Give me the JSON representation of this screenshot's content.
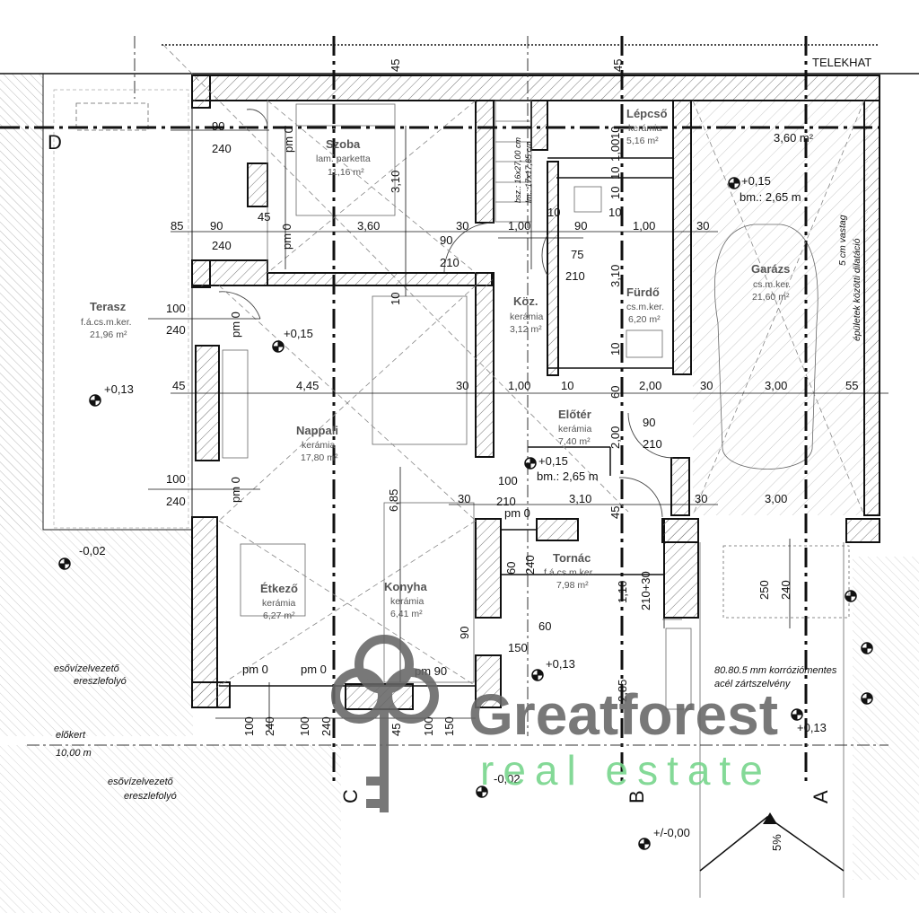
{
  "top_label": "TELEKHAT",
  "axes": [
    "D",
    "C",
    "B",
    "A"
  ],
  "rooms": {
    "szoba": {
      "name": "Szoba",
      "material": "lam. parketta",
      "area": "11,16 m²"
    },
    "lepcso": {
      "name": "Lépcső",
      "material": "kerámia",
      "area": "5,16 m²"
    },
    "garazs_top": {
      "area": "3,60 m²"
    },
    "garazs": {
      "name": "Garázs",
      "material": "cs.m.ker.",
      "area": "21,60 m²"
    },
    "furdo": {
      "name": "Fürdő",
      "material": "cs.m.ker.",
      "area": "6,20 m²"
    },
    "koz": {
      "name": "Köz.",
      "material": "kerámia",
      "area": "3,12 m²"
    },
    "terasz": {
      "name": "Terasz",
      "material": "f.á.cs.m.ker.",
      "area": "21,96 m²"
    },
    "nappali": {
      "name": "Nappali",
      "material": "kerámia",
      "area": "17,80 m²"
    },
    "eloter": {
      "name": "Előtér",
      "material": "kerámia",
      "area": "7,40 m²"
    },
    "etkezo": {
      "name": "Étkező",
      "material": "kerámia",
      "area": "6,27 m²"
    },
    "konyha": {
      "name": "Konyha",
      "material": "kerámia",
      "area": "6,41 m²"
    },
    "tornac": {
      "name": "Tornác",
      "material": "f.á.cs.m.ker.",
      "area": "7,98 m²"
    }
  },
  "levels": {
    "l1": "+0,15",
    "l2": "bm.: 2,65 m",
    "l3": "+0,15",
    "l4": "+0,13",
    "l5": "+0,15",
    "l6": "bm.: 2,65 m",
    "l7": "-0,02",
    "l8": "+0,13",
    "l9": "+0,13",
    "l10": "-0,02",
    "l11": "+/-0,00"
  },
  "notes": {
    "dilatation_1": "5 cm vastag",
    "dilatation_2": "épületek közötti dilatáció",
    "gutter_1a": "esővízelvezető",
    "gutter_1b": "ereszlefolyó",
    "gutter_2a": "esővízelvezető",
    "gutter_2b": "ereszlefolyó",
    "frontyard_1": "előkert",
    "frontyard_2": "10,00 m",
    "steel_1": "80.80.5 mm korróziómentes",
    "steel_2": "acél zártszelvény",
    "slope": "5%",
    "stair_1": "bsz.: 16x27,00 cm",
    "stair_2": "lm.: 17x17,65 cm"
  },
  "watermark": {
    "brand": "Greatforest",
    "tagline": "real estate"
  },
  "dims": {
    "d45a": "45",
    "d45b": "45",
    "d90a": "90",
    "d240a": "240",
    "dpm0a": "pm 0",
    "d310a": "3,10",
    "d85": "85",
    "d90b": "90",
    "d45c": "45",
    "d240b": "240",
    "dpm0b": "pm 0",
    "d360": "3,60",
    "d30a": "30",
    "d100a": "1,00",
    "d10a": "10",
    "d90c": "90",
    "d10b": "10",
    "d100b": "1,00",
    "d30b": "30",
    "d90d": "90",
    "d210a": "210",
    "d75": "75",
    "d210b": "210",
    "d310b": "3,10",
    "d10c": "10",
    "d100c": "100",
    "d240c": "240",
    "dpm0c": "pm 0",
    "d45d": "45",
    "d445": "4,45",
    "d30c": "30",
    "d100d": "1,00",
    "d10d": "10",
    "d60a": "60",
    "d200a": "2,00",
    "d30d": "30",
    "d300a": "3,00",
    "d55": "55",
    "d90e": "90",
    "d210c": "210",
    "d200b": "2,00",
    "d100e": "100",
    "d240d": "240",
    "dpm0d": "pm 0",
    "d685": "6,85",
    "d100f": "100",
    "d30e": "30",
    "d210d": "210",
    "d310c": "3,10",
    "d30f": "30",
    "d300b": "3,00",
    "dpm0e": "pm 0",
    "d45e": "45",
    "d60b": "60",
    "d240e": "240",
    "d210_30": "210+30",
    "d110": "1,10",
    "d250": "250",
    "d240f": "240",
    "d90f": "90",
    "d60c": "60",
    "d150a": "150",
    "d285": "2,85",
    "dpm0f": "pm 0",
    "dpm0g": "pm 0",
    "dpm90": "pm 90",
    "d100g": "100",
    "d240g": "240",
    "d100h": "100",
    "d240h": "240",
    "d45f": "45",
    "d100i": "100",
    "d150b": "150",
    "d10e": "10",
    "d10f": "10",
    "d100j": "1,00",
    "d10g": "10",
    "d10h": "10"
  }
}
